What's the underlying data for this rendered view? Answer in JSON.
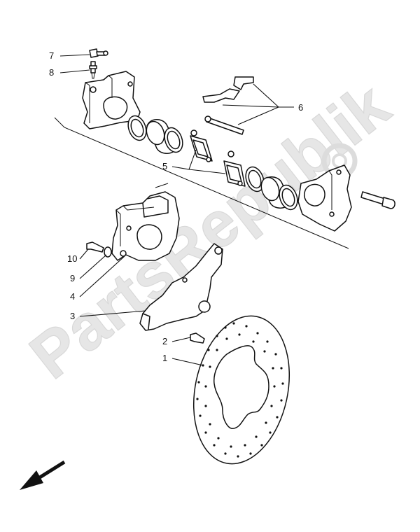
{
  "watermark": {
    "text": "PartsRepublik"
  },
  "callouts": {
    "c1": "1",
    "c2": "2",
    "c3": "3",
    "c4": "4",
    "c5": "5",
    "c6": "6",
    "c7": "7",
    "c8": "8",
    "c9": "9",
    "c10": "10"
  },
  "colors": {
    "line": "#111111",
    "watermark": "#e6e6e6"
  },
  "icons": {
    "direction": "front-arrow-icon",
    "watermark_logo": "gear-icon"
  }
}
